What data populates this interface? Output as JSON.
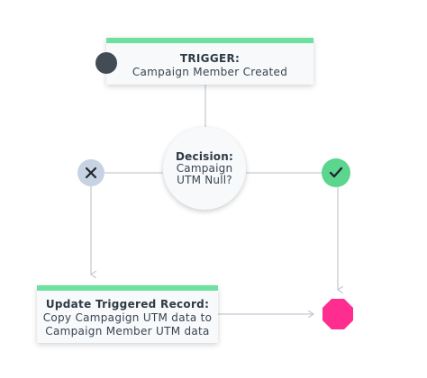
{
  "trigger": {
    "title": "TRIGGER:",
    "description": "Campaign Member Created"
  },
  "decision": {
    "title": "Decision:",
    "line1": "Campaign",
    "line2": "UTM Null?"
  },
  "branches": {
    "no_icon": "close-icon",
    "yes_icon": "checkmark-icon"
  },
  "update": {
    "title": "Update Triggered Record:",
    "line1": "Copy Campagign UTM data to",
    "line2": "Campaign Member UTM data"
  },
  "end_icon": "stop-icon",
  "colors": {
    "accent_bar": "#6ee0a0",
    "trigger_dot": "#434b55",
    "no_branch": "#c7d3e3",
    "yes_branch": "#5cd58e",
    "stop": "#ff2d8f",
    "connector": "#c5cbd3"
  }
}
